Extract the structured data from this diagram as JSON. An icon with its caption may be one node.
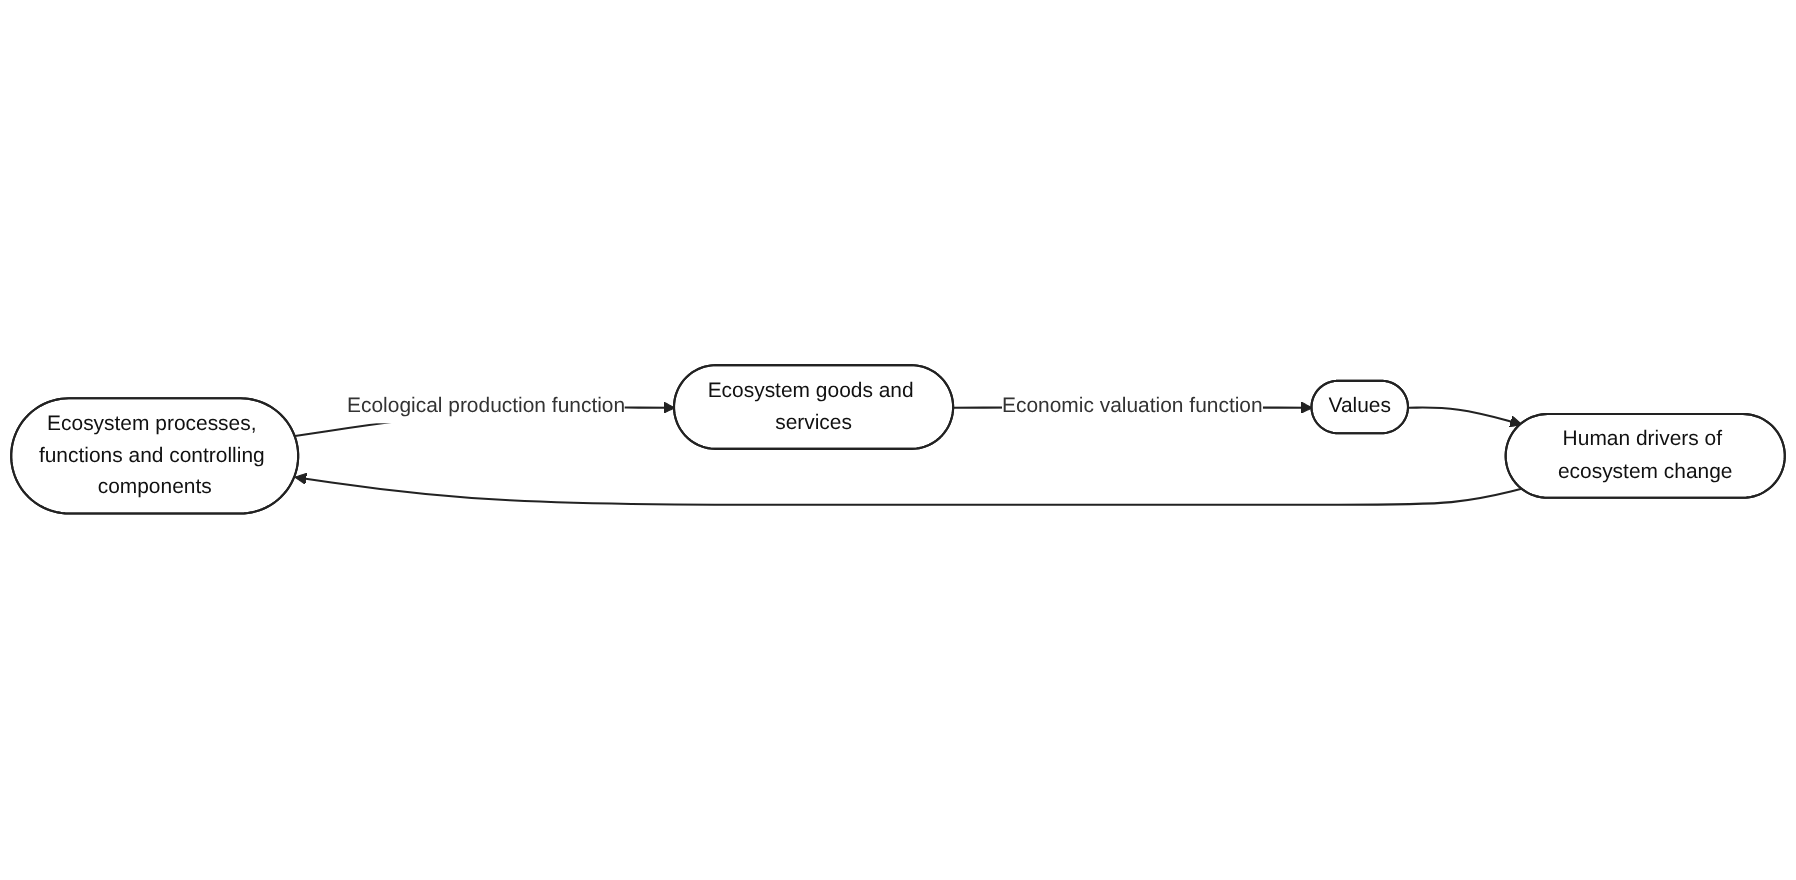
{
  "diagram": {
    "nodes": [
      {
        "text": [
          "Ecosystem processes, functions and controlling components"
        ]
      },
      {
        "text": [
          "Ecosystem goods and services"
        ]
      },
      {
        "text": [
          "Values"
        ]
      },
      {
        "text": [
          "Human drivers of ecosystem change"
        ]
      }
    ],
    "edges": [
      {
        "from": 0,
        "to": 1,
        "arrow": "to",
        "label": "Ecological production function"
      },
      {
        "from": 1,
        "to": 2,
        "arrow": "to",
        "label": "Economic valuation function"
      },
      {
        "from": 2,
        "to": 3,
        "arrow": "to"
      },
      {
        "from": 3,
        "to": 0,
        "arrow": "to"
      }
    ]
  }
}
